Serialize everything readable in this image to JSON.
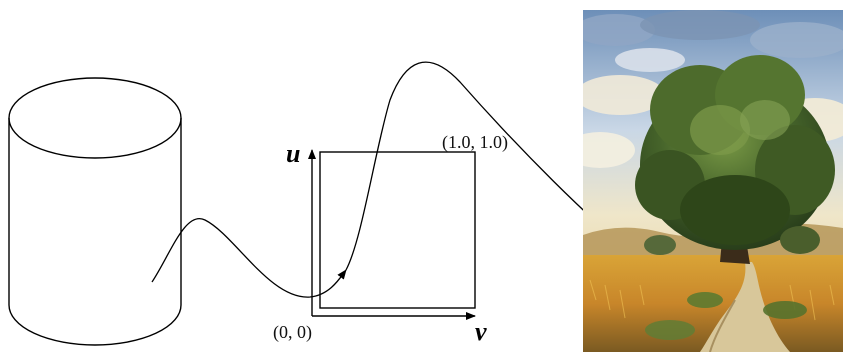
{
  "diagram": {
    "labels": {
      "origin": "(0, 0)",
      "corner": "(1.0, 1.0)",
      "u_axis": "u",
      "v_axis": "v"
    },
    "image": {
      "subject": "painting of a large oak tree in a wheat field with a dirt path and cloudy sky"
    }
  }
}
